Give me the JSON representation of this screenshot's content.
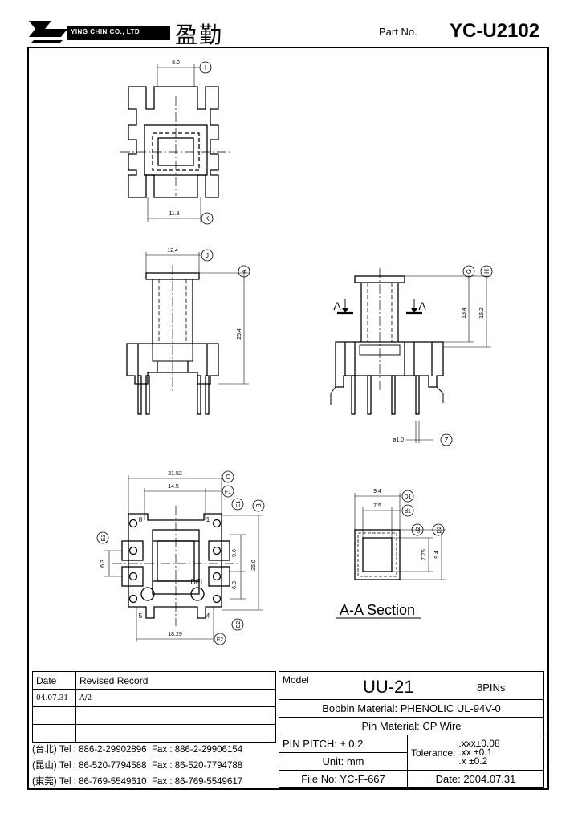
{
  "header": {
    "company_name": "YING CHIN CO., LTD",
    "brand_cn": "盈勤",
    "part_label": "Part No.",
    "part_number": "YC-U2102"
  },
  "dimensions": {
    "top_width": "8.0",
    "top_bottom_width": "11.8",
    "flange_width": "12.4",
    "height_254": "25.4",
    "height_134": "13.4",
    "height_152": "15.2",
    "pin_dia": "ø1.0",
    "bottom_2152": "21.52",
    "bottom_145": "14.5",
    "bottom_1829": "18.29",
    "v_96": "9.6",
    "v_250": "25.0",
    "v_63a": "6.3",
    "v_63b": "6.3",
    "sec_94": "9.4",
    "sec_75": "7.5",
    "sec_775": "7.75",
    "sec_94v": "9.4"
  },
  "markers": {
    "i": "I",
    "k": "K",
    "j": "J",
    "a": "A",
    "g": "G",
    "h": "H",
    "z": "Z",
    "c": "C",
    "f1": "F1",
    "e1": "E1",
    "b": "B",
    "e2": "E2",
    "f2": "F2",
    "d1": "D1",
    "d1s": "d1",
    "d2s": "d2",
    "d2": "D2",
    "e3": "E3"
  },
  "labels": {
    "section_a_left": "A",
    "section_a_right": "A",
    "pin_8": "8",
    "pin_1": "1",
    "pin_5": "5",
    "pin_4": "4",
    "del": "DEL",
    "section_title": "A-A Section"
  },
  "revisions": {
    "header_date": "Date",
    "header_record": "Revised Record",
    "rows": [
      {
        "date": "04.07.31",
        "record": "A/2"
      },
      {
        "date": "",
        "record": ""
      },
      {
        "date": "",
        "record": ""
      }
    ]
  },
  "spec": {
    "model_label": "Model",
    "model": "UU-21",
    "pins": "8PINs",
    "bobbin_label": "Bobbin Material:",
    "bobbin_value": "PHENOLIC UL-94V-0",
    "pin_mat_label": "Pin Material:",
    "pin_mat_value": "CP Wire",
    "pitch_label": "PIN PITCH:",
    "pitch_value": "± 0.2",
    "unit_label": "Unit:",
    "unit_value": "mm",
    "tolerance_label": "Tolerance:",
    "tol_1": ".xxx±0.08",
    "tol_2": ".xx ±0.1",
    "tol_3": ".x  ±0.2",
    "file_label": "File No:",
    "file_value": "YC-F-667",
    "date_label": "Date:",
    "date_value": "2004.07.31"
  },
  "contacts": [
    {
      "city": "(台北)",
      "tel": "Tel : 886-2-29902896",
      "fax": "Fax : 886-2-29906154"
    },
    {
      "city": "(昆山)",
      "tel": "Tel : 86-520-7794588",
      "fax": "Fax : 86-520-7794788"
    },
    {
      "city": "(東莞)",
      "tel": "Tel : 86-769-5549610",
      "fax": "Fax : 86-769-5549617"
    }
  ]
}
